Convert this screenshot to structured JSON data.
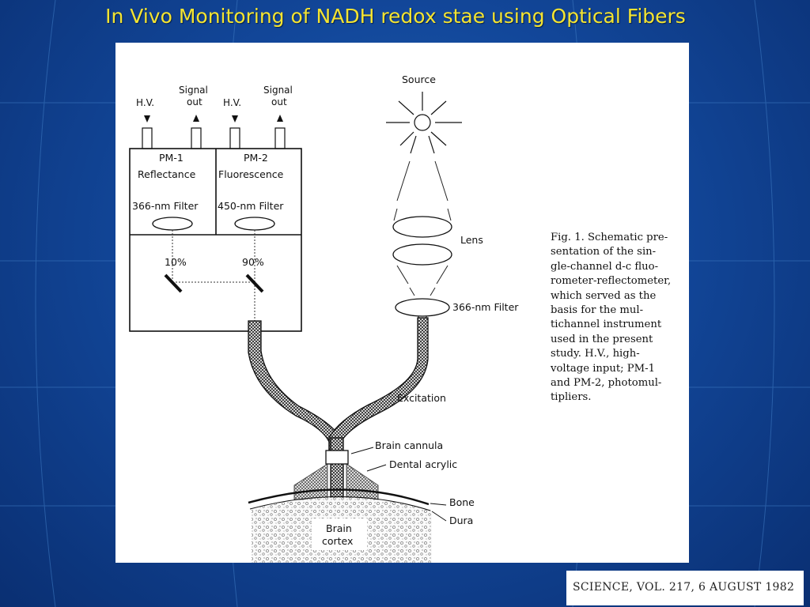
{
  "slide": {
    "title": "In Vivo Monitoring of NADH redox stae using Optical Fibers"
  },
  "diagram": {
    "labels": {
      "hv_left": "H.V.",
      "signal_left_1": "Signal",
      "signal_left_2": "out",
      "hv_right": "H.V.",
      "signal_right_1": "Signal",
      "signal_right_2": "out",
      "pm1_name": "PM-1",
      "pm1_type": "Reflectance",
      "pm1_filter": "366-nm Filter",
      "pm2_name": "PM-2",
      "pm2_type": "Fluorescence",
      "pm2_filter": "450-nm Filter",
      "split_left": "10%",
      "split_right": "90%",
      "source": "Source",
      "lens": "Lens",
      "source_filter": "366-nm Filter",
      "excitation": "Excitation",
      "brain_cannula": "Brain cannula",
      "dental_acrylic": "Dental acrylic",
      "bone": "Bone",
      "dura": "Dura",
      "brain_cortex_1": "Brain",
      "brain_cortex_2": "cortex"
    },
    "caption": {
      "lines": [
        "Fig. 1. Schematic pre-",
        "sentation of the sin-",
        "gle-channel d-c fluo-",
        "rometer-reflectometer,",
        "which served as the",
        "basis for the mul-",
        "tichannel instrument",
        "used in the present",
        "study. H.V., high-",
        "voltage input; PM-1",
        "and PM-2, photomul-",
        "tipliers."
      ]
    }
  },
  "citation": {
    "text": "SCIENCE, VOL. 217, 6 AUGUST 1982"
  }
}
